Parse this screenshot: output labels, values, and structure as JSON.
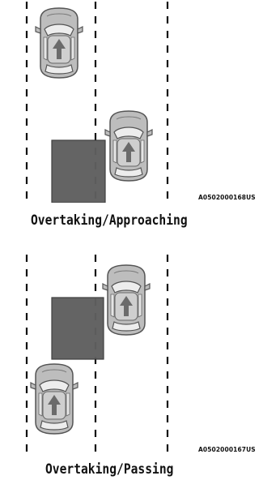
{
  "diagrams": [
    {
      "caption": "Overtaking/Approaching",
      "code": "A0502000168US"
    },
    {
      "caption": "Overtaking/Passing",
      "code": "A0502000167US"
    }
  ],
  "colors": {
    "lane_line": "#111111",
    "blind_spot_zone": "#5f5f5f",
    "car_body": "#bdbdbd",
    "car_outline": "#555555",
    "car_glass": "#ededed",
    "arrow": "#6b6b6b"
  },
  "icons": {
    "vehicle": "car-top-view-icon",
    "direction": "up-arrow-icon",
    "zone": "blind-spot-zone"
  }
}
